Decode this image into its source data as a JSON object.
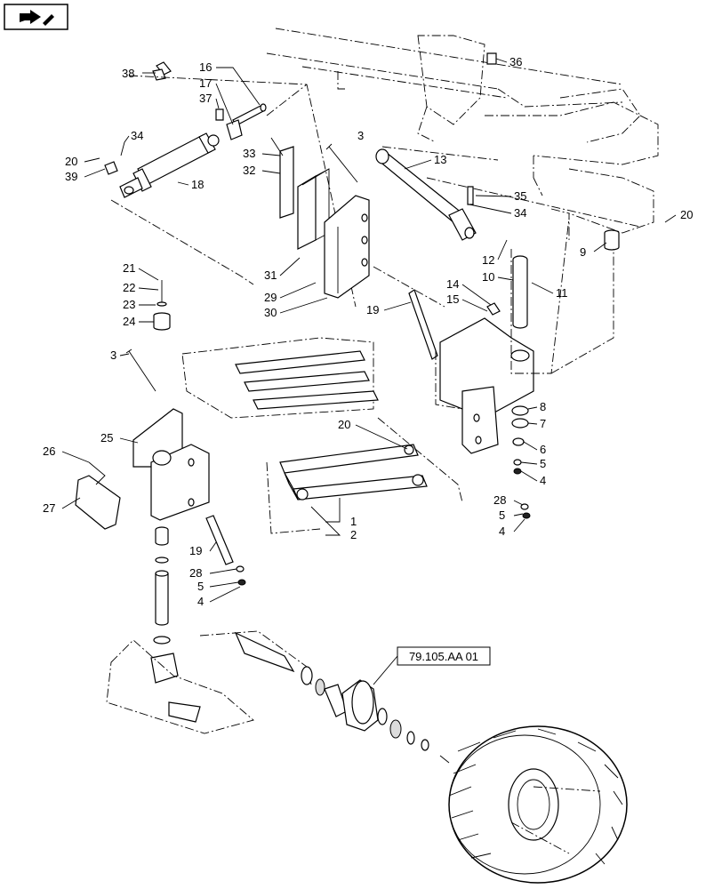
{
  "nav_icon": "return-arrow-icon",
  "reference_label": "79.105.AA 01",
  "callouts": [
    {
      "id": "c38",
      "text": "38"
    },
    {
      "id": "c16",
      "text": "16"
    },
    {
      "id": "c17",
      "text": "17"
    },
    {
      "id": "c37",
      "text": "37"
    },
    {
      "id": "c34a",
      "text": "34"
    },
    {
      "id": "c20a",
      "text": "20"
    },
    {
      "id": "c39",
      "text": "39"
    },
    {
      "id": "c18",
      "text": "18"
    },
    {
      "id": "c33",
      "text": "33"
    },
    {
      "id": "c32",
      "text": "32"
    },
    {
      "id": "c3a",
      "text": "3"
    },
    {
      "id": "c13",
      "text": "13"
    },
    {
      "id": "c35",
      "text": "35"
    },
    {
      "id": "c34b",
      "text": "34"
    },
    {
      "id": "c36",
      "text": "36"
    },
    {
      "id": "c20b",
      "text": "20"
    },
    {
      "id": "c9",
      "text": "9"
    },
    {
      "id": "c12",
      "text": "12"
    },
    {
      "id": "c10",
      "text": "10"
    },
    {
      "id": "c11",
      "text": "11"
    },
    {
      "id": "c31",
      "text": "31"
    },
    {
      "id": "c29",
      "text": "29"
    },
    {
      "id": "c30",
      "text": "30"
    },
    {
      "id": "c21",
      "text": "21"
    },
    {
      "id": "c22",
      "text": "22"
    },
    {
      "id": "c23",
      "text": "23"
    },
    {
      "id": "c24",
      "text": "24"
    },
    {
      "id": "c14",
      "text": "14"
    },
    {
      "id": "c15",
      "text": "15"
    },
    {
      "id": "c19a",
      "text": "19"
    },
    {
      "id": "c3b",
      "text": "3"
    },
    {
      "id": "c8",
      "text": "8"
    },
    {
      "id": "c7",
      "text": "7"
    },
    {
      "id": "c6",
      "text": "6"
    },
    {
      "id": "c5a",
      "text": "5"
    },
    {
      "id": "c4a",
      "text": "4"
    },
    {
      "id": "c20c",
      "text": "20"
    },
    {
      "id": "c25",
      "text": "25"
    },
    {
      "id": "c26",
      "text": "26"
    },
    {
      "id": "c27",
      "text": "27"
    },
    {
      "id": "c1",
      "text": "1"
    },
    {
      "id": "c2",
      "text": "2"
    },
    {
      "id": "c28a",
      "text": "28"
    },
    {
      "id": "c5b",
      "text": "5"
    },
    {
      "id": "c4b",
      "text": "4"
    },
    {
      "id": "c19b",
      "text": "19"
    },
    {
      "id": "c28b",
      "text": "28"
    },
    {
      "id": "c5c",
      "text": "5"
    },
    {
      "id": "c4c",
      "text": "4"
    }
  ]
}
